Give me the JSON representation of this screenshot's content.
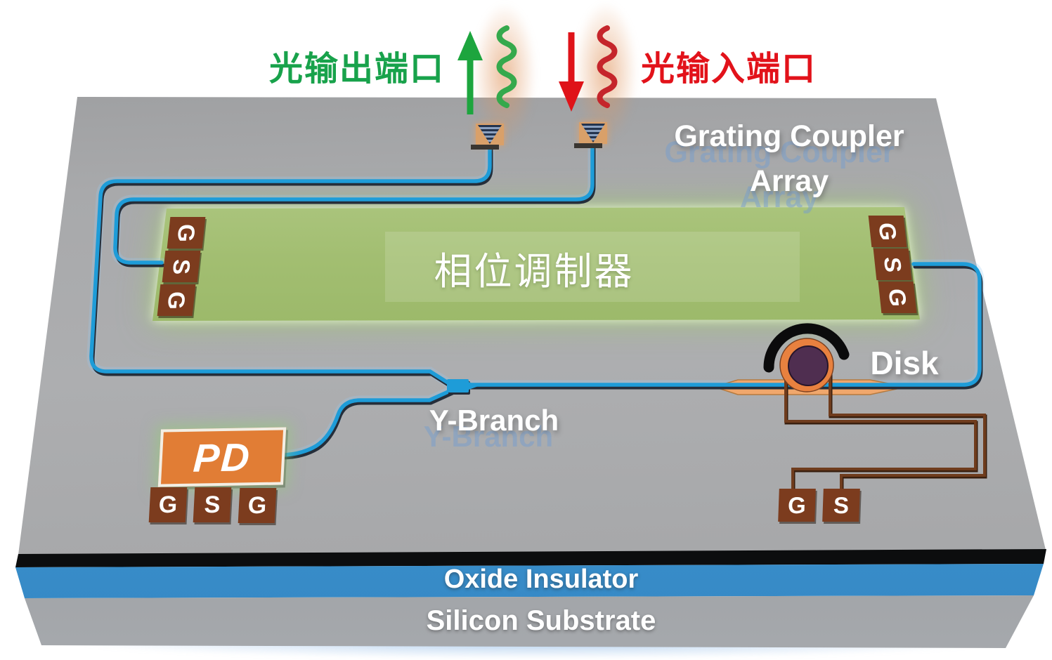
{
  "ports": {
    "output_label": "光输出端口",
    "input_label": "光输入端口"
  },
  "chip": {
    "grating_coupler_label_line1": "Grating Coupler",
    "grating_coupler_label_line2": "Array",
    "phase_modulator_label": "相位调制器",
    "y_branch_label": "Y-Branch",
    "disk_label": "Disk",
    "pd_label": "PD"
  },
  "layers": {
    "oxide_label": "Oxide Insulator",
    "substrate_label": "Silicon Substrate"
  },
  "pads": {
    "modulator_left": [
      "G",
      "S",
      "G"
    ],
    "modulator_right": [
      "G",
      "S",
      "G"
    ],
    "pd": [
      "G",
      "S",
      "G"
    ],
    "disk": [
      "G",
      "S"
    ]
  },
  "colors": {
    "output_green": "#18a24b",
    "input_red": "#e2121a",
    "waveguide_blue": "#1e9cd8",
    "modulator_green": "#a2be71",
    "pad_brown": "#7c3c1e",
    "pd_orange": "#e17d35",
    "oxide_blue": "#3e96d3",
    "substrate_gray": "#96989b",
    "chip_gray": "#a8a9ab",
    "disk_ring_orange": "#e8813f",
    "disk_core_purple": "#4f2e50",
    "electrode_wire_brown": "#6f3c1d"
  }
}
